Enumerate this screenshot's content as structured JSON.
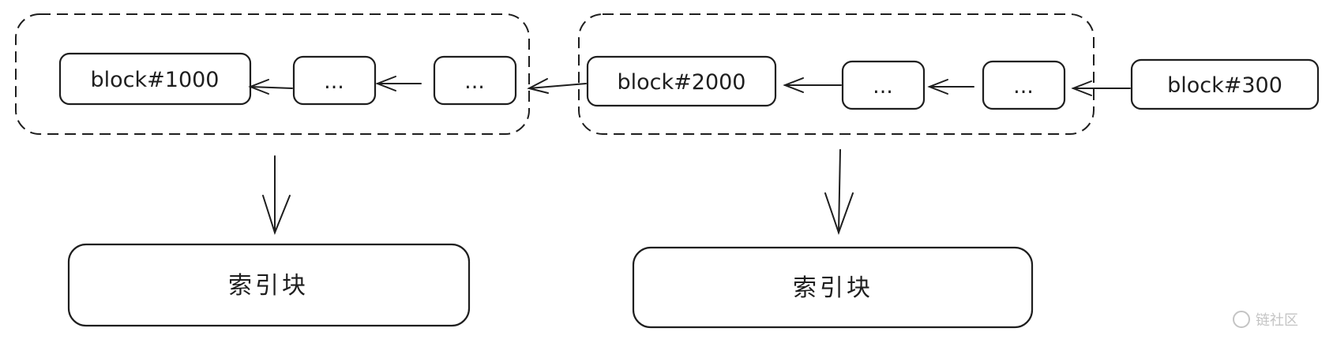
{
  "blocks": {
    "block_1000": "block#1000",
    "ellipsis": "...",
    "block_2000": "block#2000",
    "block_300": "block#300"
  },
  "index_blocks": {
    "left": "索引块",
    "right": "索引块"
  },
  "watermark": {
    "text": "链社区"
  },
  "colors": {
    "stroke": "#1e1e1e",
    "background": "#ffffff",
    "watermark": "#c4c4c4"
  }
}
